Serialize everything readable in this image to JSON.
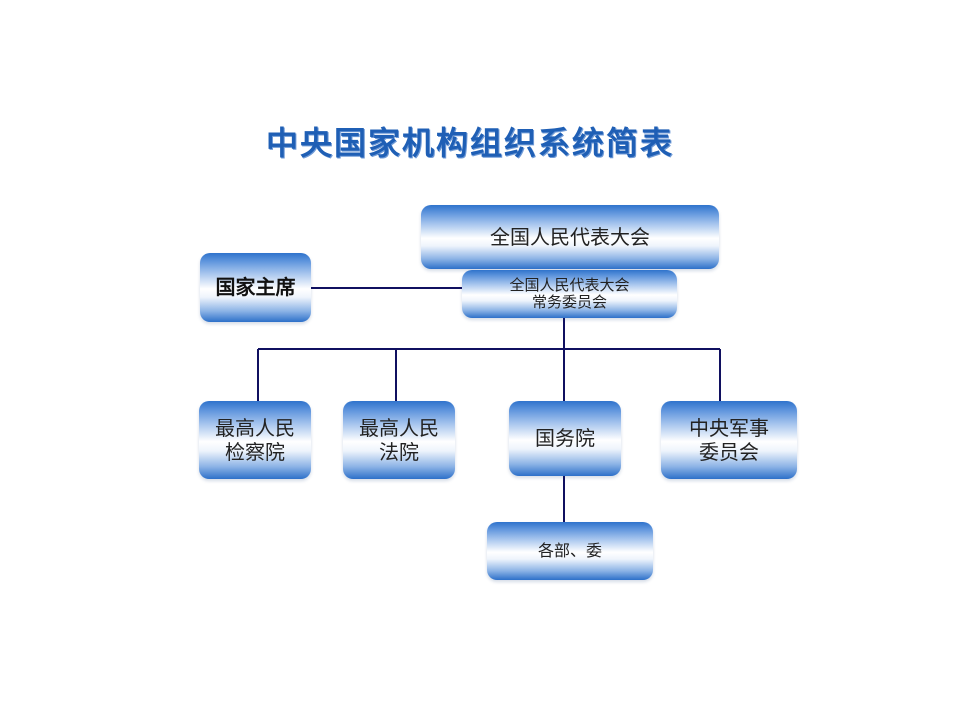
{
  "title": "中央国家机构组织系统简表",
  "colors": {
    "title": "#1f5fb5",
    "box_gradient_dark": "#2d70c9",
    "box_gradient_light": "#ffffff",
    "connector": "#101060"
  },
  "nodes": {
    "npc": "全国人民代表大会",
    "npc_standing_committee": "全国人民代表大会\n常务委员会",
    "president": "国家主席",
    "procuratorate": "最高人民\n检察院",
    "court": "最高人民\n法院",
    "state_council": "国务院",
    "military_commission": "中央军事\n委员会",
    "ministries": "各部、委"
  },
  "edges": [
    [
      "president",
      "npc_standing_committee"
    ],
    [
      "npc_standing_committee",
      "procuratorate"
    ],
    [
      "npc_standing_committee",
      "court"
    ],
    [
      "npc_standing_committee",
      "state_council"
    ],
    [
      "npc_standing_committee",
      "military_commission"
    ],
    [
      "state_council",
      "ministries"
    ]
  ]
}
